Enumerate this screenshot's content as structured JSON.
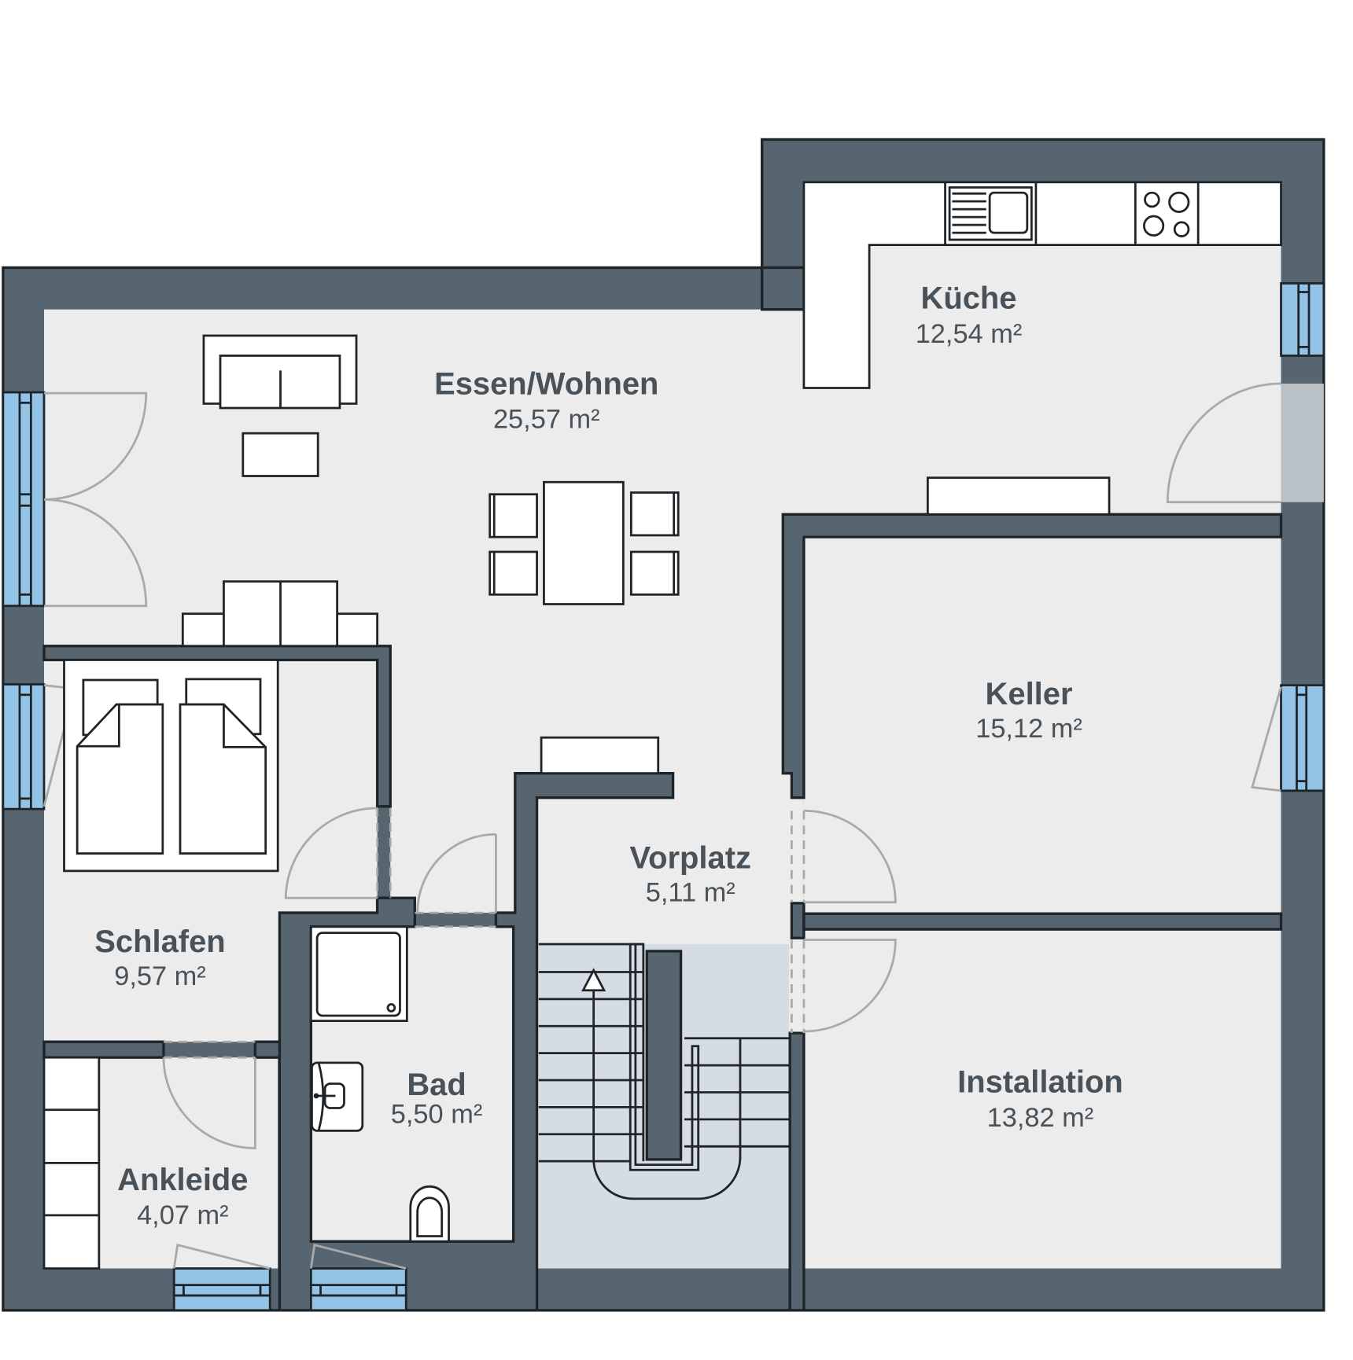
{
  "floorplan": {
    "colors": {
      "wall": "#56656f",
      "floor": "#ececec",
      "stair_floor": "#d6dce4",
      "window": "#93c4e8",
      "text": "#4a5259"
    },
    "rooms": [
      {
        "id": "kueche",
        "name": "Küche",
        "area": "12,54 m²"
      },
      {
        "id": "essen-wohnen",
        "name": "Essen/Wohnen",
        "area": "25,57 m²"
      },
      {
        "id": "keller",
        "name": "Keller",
        "area": "15,12 m²"
      },
      {
        "id": "vorplatz",
        "name": "Vorplatz",
        "area": "5,11 m²"
      },
      {
        "id": "schlafen",
        "name": "Schlafen",
        "area": "9,57 m²"
      },
      {
        "id": "bad",
        "name": "Bad",
        "area": "5,50 m²"
      },
      {
        "id": "installation",
        "name": "Installation",
        "area": "13,82 m²"
      },
      {
        "id": "ankleide",
        "name": "Ankleide",
        "area": "4,07 m²"
      }
    ],
    "fixtures": [
      "kitchen-counter",
      "sink",
      "cooktop",
      "sofa",
      "coffee-table",
      "dining-table",
      "chairs",
      "sideboard",
      "double-bed",
      "shower",
      "washbasin",
      "toilet",
      "wardrobe",
      "staircase"
    ]
  }
}
